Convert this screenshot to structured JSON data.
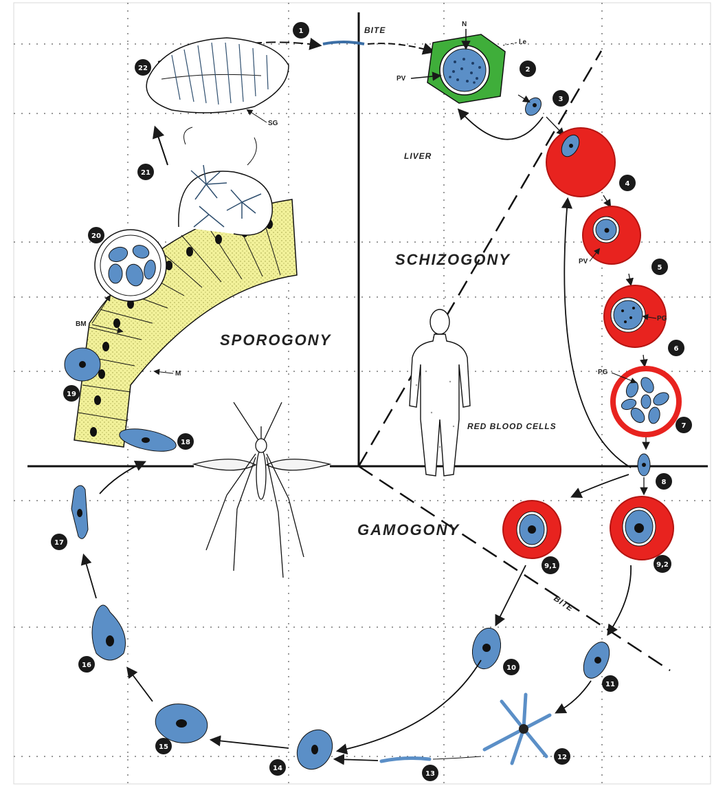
{
  "labels": {
    "schizogony": "SCHIZOGONY",
    "sporogony": "SPOROGONY",
    "gamogony": "GAMOGONY",
    "bite_top": "BITE",
    "bite_diag": "BITE",
    "liver": "LIVER",
    "red_blood_cells": "RED BLOOD CELLS"
  },
  "abbreviations": {
    "n": "N",
    "le": "l.e",
    "pv": "PV",
    "pv_rbc": "PV",
    "sg": "SG",
    "bm": "BM",
    "m": "M",
    "pg": "PG",
    "pg_cell6": "PG"
  },
  "stage_numbers": [
    "1",
    "2",
    "3",
    "4",
    "5",
    "6",
    "7",
    "8",
    "9,1",
    "9,2",
    "10",
    "11",
    "12",
    "13",
    "14",
    "15",
    "16",
    "17",
    "18",
    "19",
    "20",
    "21",
    "22"
  ],
  "colors": {
    "rbc_red": "#e8231f",
    "parasite_blue": "#5b8fc7",
    "liver_green": "#3fae3a",
    "midgut_yellow": "#f2f19a",
    "label_badge": "#1a1a1a"
  }
}
